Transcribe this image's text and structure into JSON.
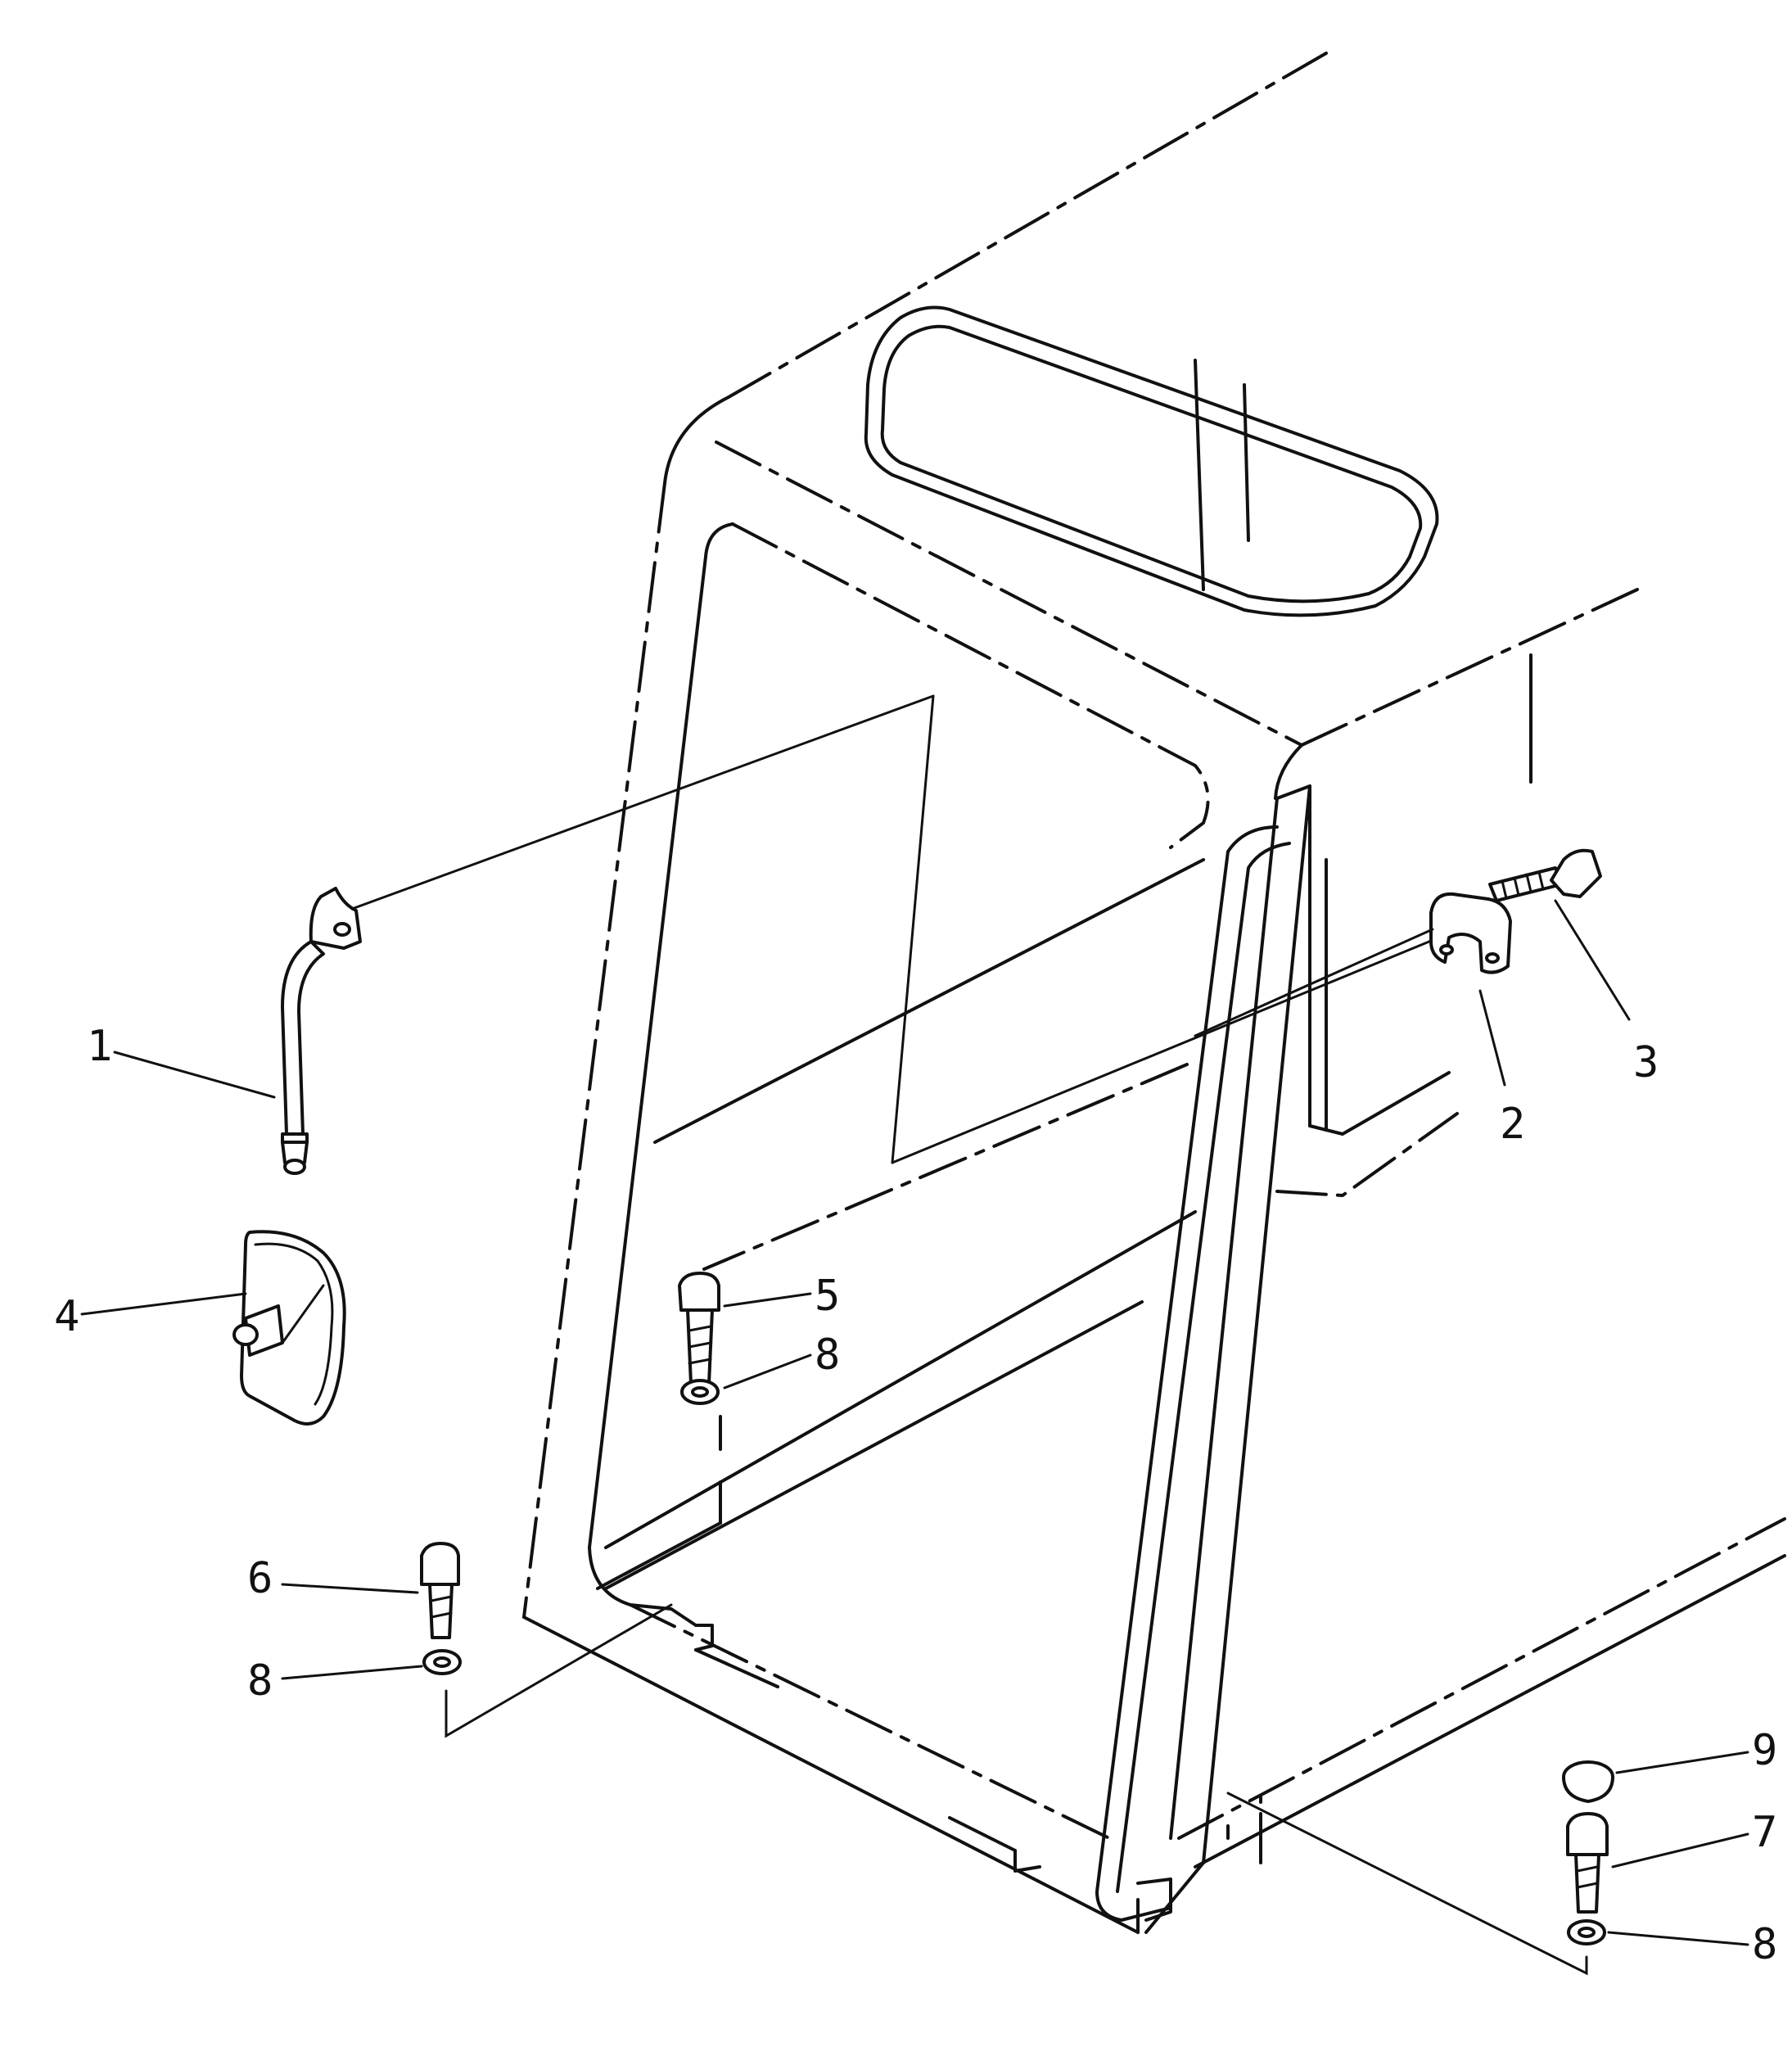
{
  "diagram": {
    "callouts": [
      {
        "id": "c1",
        "label": "1"
      },
      {
        "id": "c2",
        "label": "2"
      },
      {
        "id": "c3",
        "label": "3"
      },
      {
        "id": "c4",
        "label": "4"
      },
      {
        "id": "c5",
        "label": "5"
      },
      {
        "id": "c6",
        "label": "6"
      },
      {
        "id": "c7",
        "label": "7"
      },
      {
        "id": "c8a",
        "label": "8"
      },
      {
        "id": "c8b",
        "label": "8"
      },
      {
        "id": "c8c",
        "label": "8"
      },
      {
        "id": "c9",
        "label": "9"
      }
    ]
  }
}
